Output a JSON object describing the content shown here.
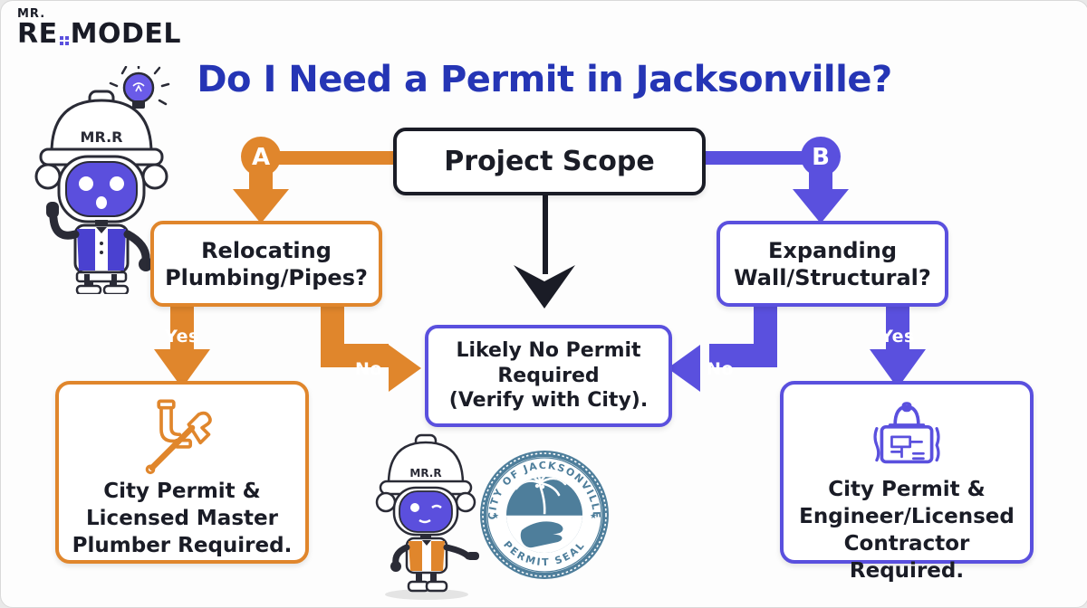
{
  "logo": {
    "mr": "MR.",
    "re": "RE",
    "model": "MODEL"
  },
  "title": "Do I Need a Permit in Jacksonville?",
  "flow": {
    "root_label": "Project Scope",
    "branch_a": {
      "marker": "A",
      "question_lines": [
        "Relocating",
        "Plumbing/Pipes?"
      ],
      "yes_label": "Yes",
      "no_label": "No",
      "result_lines": [
        "City Permit &",
        "Licensed Master",
        "Plumber Required."
      ]
    },
    "branch_b": {
      "marker": "B",
      "question_lines": [
        "Expanding",
        "Wall/Structural?"
      ],
      "yes_label": "Yes",
      "no_label": "No",
      "result_lines": [
        "City Permit &",
        "Engineer/Licensed",
        "Contractor Required."
      ]
    },
    "no_permit_lines": [
      "Likely No Permit",
      "Required",
      "(Verify with City)."
    ]
  },
  "mascot": {
    "helmet_label": "MR.R"
  },
  "seal": {
    "top_text": "CITY OF JACKSONVILLE",
    "bottom_text": "PERMIT SEAL"
  },
  "colors": {
    "orange": "#E0862C",
    "purple": "#5A50DE",
    "title_blue": "#2535B5",
    "dark": "#1A1C26",
    "seal_blue": "#4E7E9B"
  }
}
